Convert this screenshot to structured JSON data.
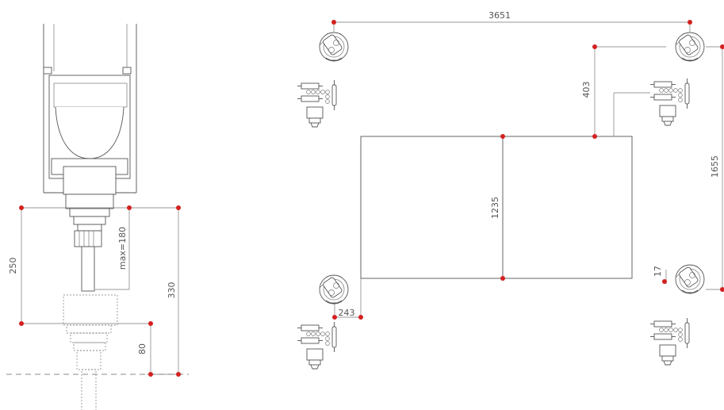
{
  "dimensions": {
    "d250": "250",
    "dmax180": "max=180",
    "d330": "330",
    "d80": "80",
    "d3651": "3651",
    "d403": "403",
    "d1235": "1235",
    "d1655": "1655",
    "d243": "243",
    "d17": "17"
  },
  "colors": {
    "line": "#555555",
    "point": "#d42020"
  },
  "icons": [
    "spindle-head-icon",
    "camera-icon",
    "control-unit-icon"
  ]
}
